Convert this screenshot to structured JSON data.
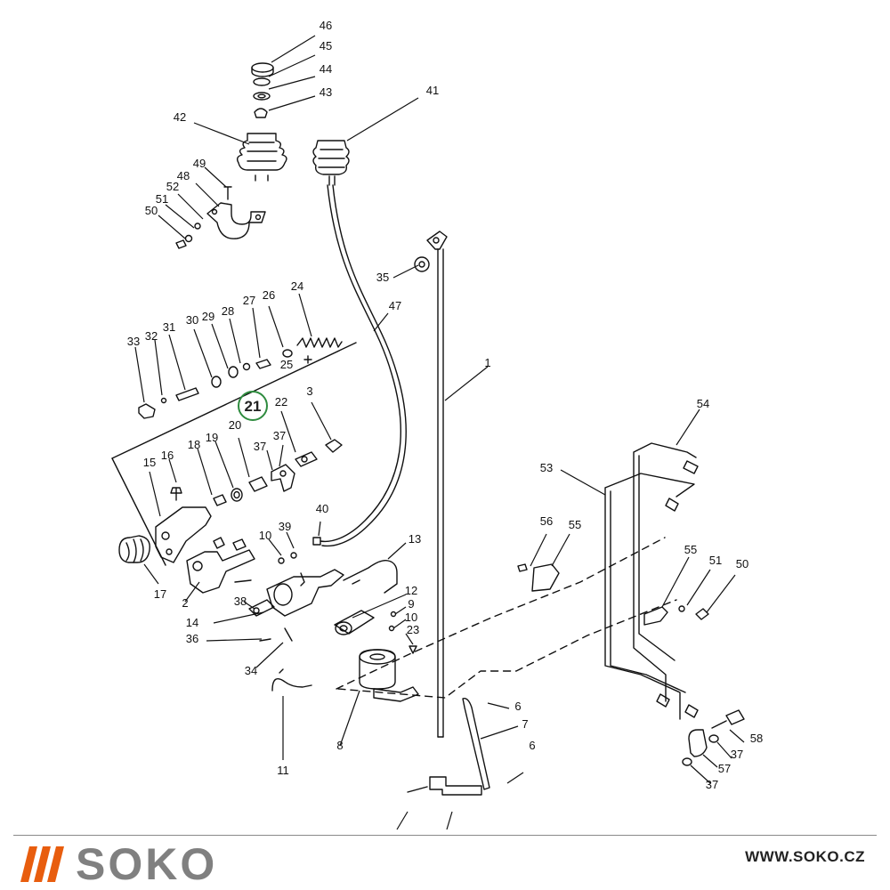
{
  "diagram": {
    "part_callouts": [
      "46",
      "45",
      "44",
      "43",
      "42",
      "41",
      "49",
      "48",
      "52",
      "51",
      "50",
      "35",
      "47",
      "24",
      "26",
      "27",
      "28",
      "29",
      "30",
      "31",
      "32",
      "33",
      "25",
      "21",
      "22",
      "3",
      "1",
      "18",
      "19",
      "20",
      "37",
      "37",
      "15",
      "16",
      "17",
      "2",
      "10",
      "39",
      "40",
      "13",
      "38",
      "14",
      "36",
      "34",
      "12",
      "9",
      "10",
      "23",
      "11",
      "8",
      "6",
      "7",
      "6",
      "54",
      "53",
      "56",
      "55",
      "55",
      "51",
      "50",
      "58",
      "37",
      "57",
      "37"
    ],
    "highlighted_callout": "21",
    "highlight_color": "#2e8b3e",
    "line_color": "#111111"
  },
  "footer": {
    "brand_name": "SOKO",
    "brand_color": "#808080",
    "accent_color": "#e85d0e",
    "website": "WWW.SOKO.CZ"
  }
}
